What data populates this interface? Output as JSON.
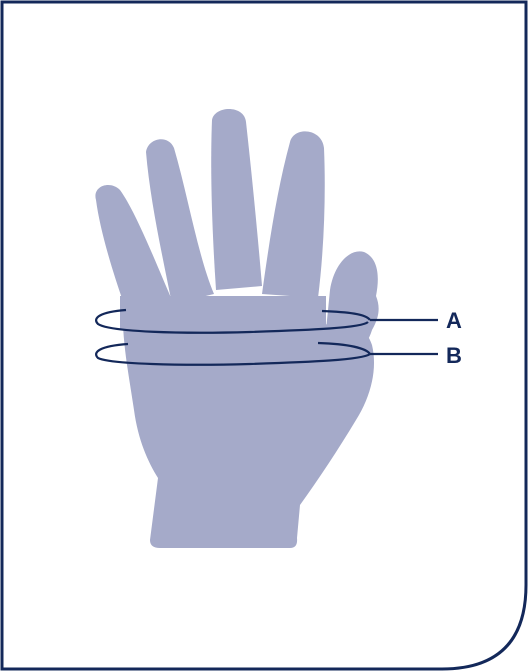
{
  "diagram": {
    "colors": {
      "frame": "#13285a",
      "hand": "#a5aac9",
      "ring": "#13285a",
      "label": "#13285a",
      "background": "#ffffff"
    },
    "labels": {
      "a": "A",
      "b": "B"
    },
    "icon": "hand-measurement-diagram"
  }
}
